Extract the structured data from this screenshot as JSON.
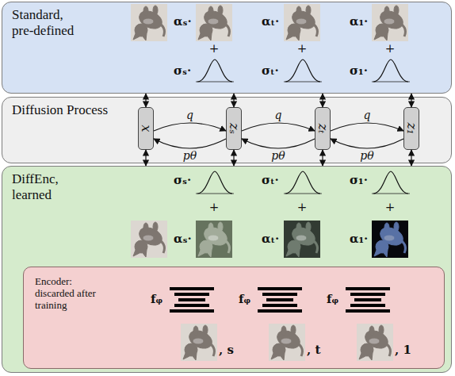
{
  "diagram": {
    "nodes": [
      {
        "text": [
          "Standard, pre-defined"
        ]
      },
      {
        "text": [
          "Diffusion Process"
        ]
      },
      {
        "text": [
          "x"
        ],
        "in": 1
      },
      {
        "text": [
          "zₛ"
        ],
        "in": 1
      },
      {
        "text": [
          "zₜ"
        ],
        "in": 1
      },
      {
        "text": [
          "z₁"
        ],
        "in": 1
      },
      {
        "text": [
          "DiffEnc, learned"
        ]
      },
      {
        "text": [
          "Encoder: discarded after training"
        ],
        "in": 6
      }
    ],
    "edges": [
      {
        "from": 2,
        "to": 3,
        "label": "q",
        "arrow": "to"
      },
      {
        "from": 3,
        "to": 4,
        "label": "q",
        "arrow": "to"
      },
      {
        "from": 4,
        "to": 5,
        "label": "q",
        "arrow": "to"
      },
      {
        "from": 3,
        "to": 2,
        "label": "pθ",
        "arrow": "to"
      },
      {
        "from": 4,
        "to": 3,
        "label": "pθ",
        "arrow": "to"
      },
      {
        "from": 5,
        "to": 4,
        "label": "pθ",
        "arrow": "to"
      },
      {
        "from": 0,
        "to": 2,
        "arrow": "both"
      },
      {
        "from": 0,
        "to": 3,
        "arrow": "both"
      },
      {
        "from": 0,
        "to": 4,
        "arrow": "both"
      },
      {
        "from": 0,
        "to": 5,
        "arrow": "both"
      },
      {
        "from": 2,
        "to": 6,
        "arrow": "both"
      },
      {
        "from": 3,
        "to": 6,
        "arrow": "both"
      },
      {
        "from": 4,
        "to": 6,
        "arrow": "both"
      },
      {
        "from": 5,
        "to": 6,
        "arrow": "both"
      }
    ],
    "labels": [
      "αₛ·",
      "+",
      "σₛ·",
      "αₜ·",
      "+",
      "σₜ·",
      "α₁·",
      "+",
      "σ₁·",
      "σₛ·",
      "+",
      "αₛ·",
      "σₜ·",
      "+",
      "αₜ·",
      "σ₁·",
      "+",
      "α₁·",
      "fᵩ",
      ", s",
      "fᵩ",
      ", t",
      "fᵩ",
      ", 1"
    ]
  }
}
